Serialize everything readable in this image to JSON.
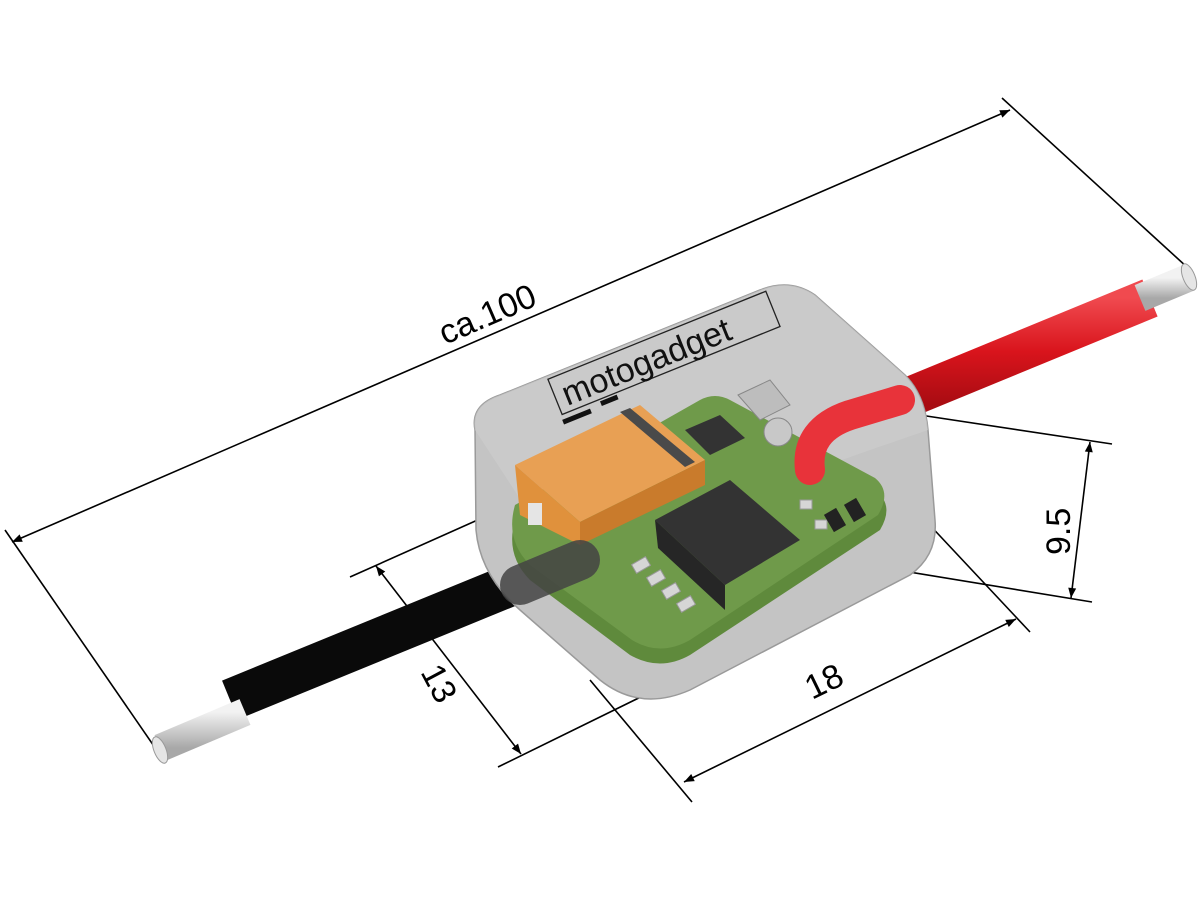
{
  "drawing": {
    "brand_logo": "motogadget",
    "dimensions": {
      "length": "ca.100",
      "height": "9.5",
      "width": "13",
      "depth": "18"
    },
    "colors": {
      "housing": "#c4c4c4",
      "pcb": "#6f9a4a",
      "capacitor": "#e0913c",
      "ic": "#333333",
      "wire_positive": "#d9141c",
      "wire_negative": "#0a0a0a",
      "wire_tip": "#cfcfcf"
    }
  }
}
